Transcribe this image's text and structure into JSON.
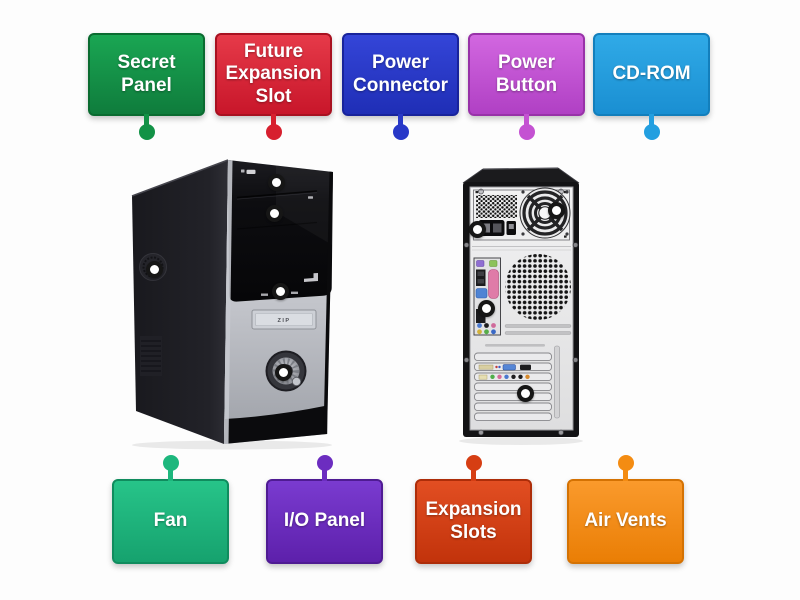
{
  "labels": {
    "top": [
      {
        "text": "Secret Panel",
        "gradient_top": "#1aa653",
        "gradient_bottom": "#0f7c3c",
        "border": "#0a6b30",
        "pin": "#129246"
      },
      {
        "text": "Future Expansion Slot",
        "gradient_top": "#e63a49",
        "gradient_bottom": "#c8162a",
        "border": "#a81120",
        "pin": "#d7202f"
      },
      {
        "text": "Power Connector",
        "gradient_top": "#3445d8",
        "gradient_bottom": "#1f2eb6",
        "border": "#18239b",
        "pin": "#2838c8"
      },
      {
        "text": "Power Button",
        "gradient_top": "#d267e0",
        "gradient_bottom": "#b040c4",
        "border": "#9832a8",
        "pin": "#c452d2"
      },
      {
        "text": "CD-ROM",
        "gradient_top": "#30aae7",
        "gradient_bottom": "#1a8fd2",
        "border": "#137fbc",
        "pin": "#239fe0"
      }
    ],
    "bottom": [
      {
        "text": "Fan",
        "gradient_top": "#27c489",
        "gradient_bottom": "#16a26e",
        "border": "#108c5e",
        "pin": "#1db77d"
      },
      {
        "text": "I/O Panel",
        "gradient_top": "#7a3bd0",
        "gradient_bottom": "#5d20ab",
        "border": "#4f1b93",
        "pin": "#6c2dc0"
      },
      {
        "text": "Expansion Slots",
        "gradient_top": "#e24e22",
        "gradient_bottom": "#c2330b",
        "border": "#ad2d09",
        "pin": "#d63e13"
      },
      {
        "text": "Air Vents",
        "gradient_top": "#fa9a2c",
        "gradient_bottom": "#ea7e05",
        "border": "#d47203",
        "pin": "#f48c12"
      }
    ]
  },
  "diagram": {
    "zip_text": "ZIP"
  },
  "target_dot_color": "#ffffff",
  "target_ring_color": "#161616",
  "background_color": "#fdfdfd"
}
